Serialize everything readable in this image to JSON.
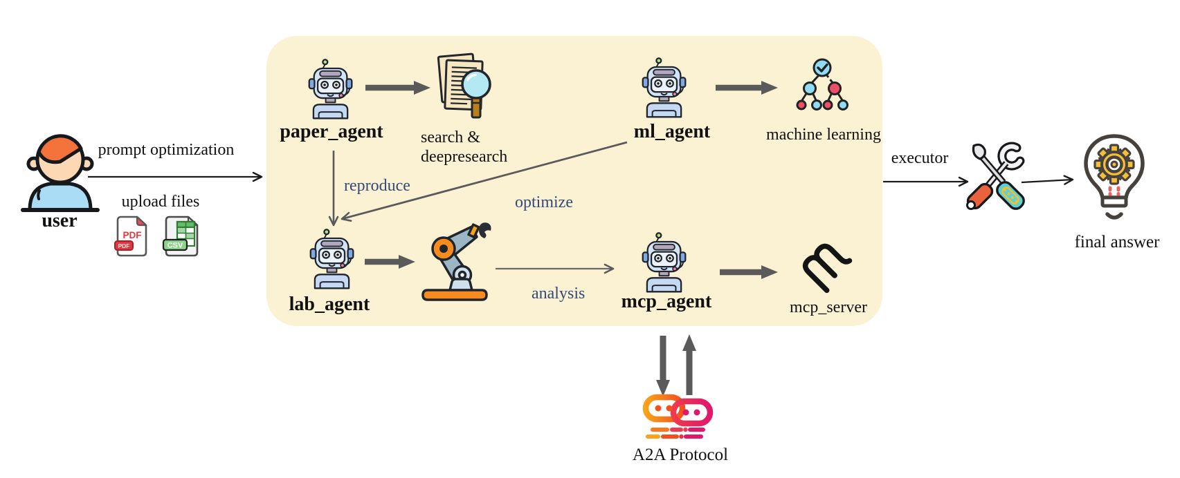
{
  "nodes": {
    "user": {
      "label": "user"
    },
    "paper_agent": {
      "label": "paper_agent"
    },
    "search": {
      "line1": "search &",
      "line2": "deepresearch"
    },
    "ml_agent": {
      "label": "ml_agent"
    },
    "machine_learning": {
      "label": "machine learning"
    },
    "lab_agent": {
      "label": "lab_agent"
    },
    "mcp_agent": {
      "label": "mcp_agent"
    },
    "mcp_server": {
      "label": "mcp_server"
    },
    "a2a_protocol": {
      "label": "A2A Protocol"
    },
    "final_answer": {
      "label": "final answer"
    }
  },
  "edge_labels": {
    "prompt_optimization": "prompt optimization",
    "upload_files": "upload files",
    "reproduce": "reproduce",
    "optimize": "optimize",
    "analysis": "analysis",
    "executor": "executor"
  },
  "file_icons": {
    "pdf_text": "PDF",
    "pdf_badge": "PDF",
    "csv_badge": "CSV"
  },
  "colors": {
    "box_background": "#fbf2d3",
    "action_label_navy": "#33497a",
    "arrow_dark_gray": "#5a5a5a",
    "arrow_black": "#1a1a1a",
    "robot_blue": "#d3e3f8",
    "tree_cyan": "#8edcf5",
    "tree_red": "#ee4f68",
    "arm_orange": "#f68b1f",
    "gear_yellow": "#f2bf3a",
    "bulb_red_dash": "#e06565",
    "pdf_red": "#e8353f",
    "csv_green": "#8bd48b",
    "a2a_orange": "#f9a21b",
    "a2a_pink": "#e0186c",
    "tool_teal": "#5fd0d4",
    "tool_orange": "#e8623c"
  }
}
